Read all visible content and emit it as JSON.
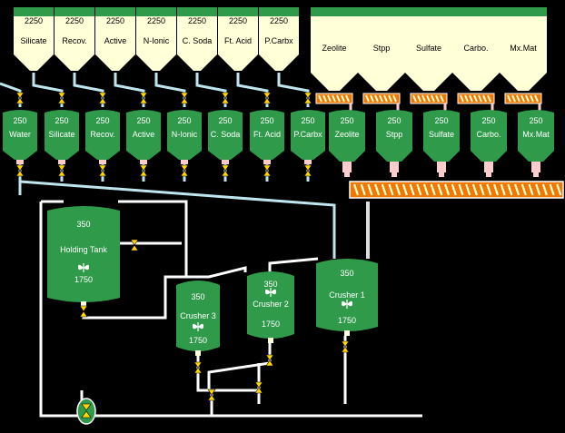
{
  "top_silos": [
    {
      "capacity": "2250",
      "name": "Silicate"
    },
    {
      "capacity": "2250",
      "name": "Recov."
    },
    {
      "capacity": "2250",
      "name": "Active"
    },
    {
      "capacity": "2250",
      "name": "N-Ionic"
    },
    {
      "capacity": "2250",
      "name": "C. Soda"
    },
    {
      "capacity": "2250",
      "name": "Ft. Acid"
    },
    {
      "capacity": "2250",
      "name": "P.Carbx"
    }
  ],
  "powder_silos": [
    {
      "name": "Zeolite"
    },
    {
      "name": "Stpp"
    },
    {
      "name": "Sulfate"
    },
    {
      "name": "Carbo."
    },
    {
      "name": "Mx.Mat"
    }
  ],
  "liquid_tanks": [
    {
      "level": "250",
      "name": "Water"
    },
    {
      "level": "250",
      "name": "Silicate"
    },
    {
      "level": "250",
      "name": "Recov."
    },
    {
      "level": "250",
      "name": "Active"
    },
    {
      "level": "250",
      "name": "N-Ionic"
    },
    {
      "level": "250",
      "name": "C. Soda"
    },
    {
      "level": "250",
      "name": "Ft. Acid"
    },
    {
      "level": "250",
      "name": "P.Carbx"
    }
  ],
  "powder_hoppers": [
    {
      "level": "250",
      "name": "Zeolite"
    },
    {
      "level": "250",
      "name": "Stpp"
    },
    {
      "level": "250",
      "name": "Sulfate"
    },
    {
      "level": "250",
      "name": "Carbo."
    },
    {
      "level": "250",
      "name": "Mx.Mat"
    }
  ],
  "vessels": {
    "holding_tank": {
      "level": "350",
      "name": "Holding Tank",
      "capacity": "1750"
    },
    "crusher_1": {
      "level": "350",
      "name": "Crusher 1",
      "capacity": "1750"
    },
    "crusher_2": {
      "level": "350",
      "name": "Crusher 2",
      "capacity": "1750"
    },
    "crusher_3": {
      "level": "350",
      "name": "Crusher 3",
      "capacity": "1750"
    }
  },
  "colors": {
    "background": "#000000",
    "tank_green": "#2f9a4a",
    "silo_cream": "#ffffd8",
    "pipe_light_blue": "#bfe6ee",
    "pipe_white": "#ffffff",
    "valve_yellow": "#ffd800",
    "conveyor_orange": "#f07800",
    "outlet_pink": "#ffcccc"
  }
}
